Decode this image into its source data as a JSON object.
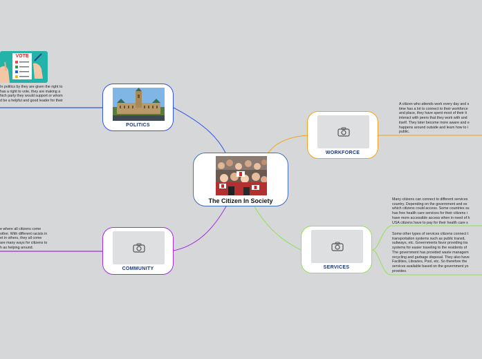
{
  "colors": {
    "background": "#d6d7d9",
    "central_border": "#3f6fbf",
    "politics": "#2d54e4",
    "workforce": "#f5a21e",
    "services": "#8ee34e",
    "community": "#a32be0",
    "label_text": "#1b3577"
  },
  "central": {
    "title": "The Citizen In Society",
    "image": "crowd-photo"
  },
  "politics": {
    "label": "POLITICS",
    "image": "parliament-photo",
    "note_image": "vote-illustration",
    "vote_sign": "VOTE",
    "note": "In politics by they are given the right to\n has a right to vote, they are making a\nhich party they would support or whom\nd be a helpful and good leader for their"
  },
  "workforce": {
    "label": "WORKFORCE",
    "image": "camera-icon",
    "note": "A citizen who attends work every day and s\ntime has a lot to connect to their workforce\nand place, they have spent most of their ti\ninteract with peers that they work with and\nitself. They later become more aware and e\nhappens around outside and learn how to i\npublic."
  },
  "services": {
    "label": "SERVICES",
    "image": "camera-icon",
    "note1": "Many citizens can connect to different services\ncountry. Depending on the government and es\nwhich citizens could access. Some countries su\nhas free health care services for their citizens i\nhave more accessible access when in need of h\nUSA citizens have to pay for their health care s",
    "note2": "Some other types of services citizens connect t\ntransportation systems such as public transit,\nsubways, etc. Governments favor providing tra\nsystems for easier traveling to the residents of\nThe government has provided waste managem\nrecycling and garbage disposal. They also have\nFacilities, Libraries, Pool, etc. So therefore the\nservices available based on the government yo\nprovides."
  },
  "community": {
    "label": "COMMUNITY",
    "image": "camera-icon",
    "note": "e where all citizens come\nother. With different racists in\net in others, they all come\n are many ways for citizens to\nh as helping around."
  }
}
